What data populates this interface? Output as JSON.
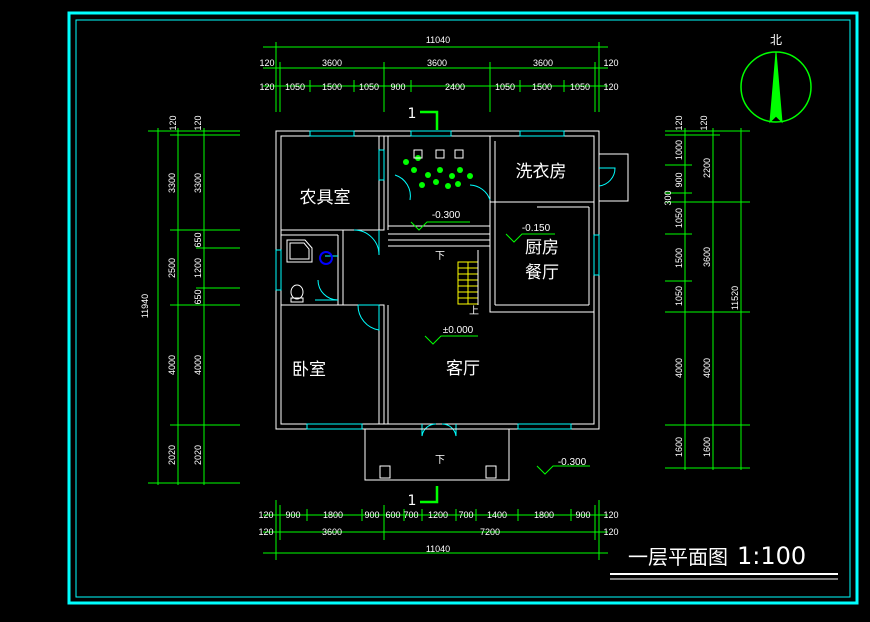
{
  "title": {
    "text": "一层平面图",
    "scale": "1:100"
  },
  "north": {
    "label": "北"
  },
  "rooms": {
    "tools": "农具室",
    "laundry": "洗衣房",
    "kitchen_line1": "厨房",
    "kitchen_line2": "餐厅",
    "bedroom": "卧室",
    "living": "客厅"
  },
  "levels": {
    "entry": "-0.300",
    "kitchen": "-0.150",
    "main": "±0.000",
    "outside": "-0.300"
  },
  "section_mark": "1",
  "stair_down": "下",
  "stair_up": "上",
  "top_dims": {
    "row1": [
      "120",
      "3600",
      "3600",
      "3600",
      "120"
    ],
    "row2": [
      "120",
      "1050",
      "1500",
      "1050",
      "900",
      "2400",
      "1050",
      "1500",
      "1050",
      "120"
    ],
    "overall": "11040"
  },
  "bottom_dims": {
    "row1": [
      "120",
      "900",
      "1800",
      "900",
      "600",
      "700",
      "1200",
      "700",
      "1400",
      "1800",
      "900",
      "120"
    ],
    "row2": [
      "120",
      "3600",
      "7200",
      "120"
    ],
    "overall": "11040"
  },
  "left_dims": {
    "outer": [
      "120",
      "3300",
      "2500",
      "4000",
      "2020"
    ],
    "inner": [
      "120",
      "3300",
      "650",
      "1200",
      "650",
      "4000",
      "2020"
    ],
    "overall": "11940"
  },
  "right_dims": {
    "inner": [
      "120",
      "1000",
      "900",
      "300",
      "1050",
      "1500",
      "1050",
      "4000",
      "1600"
    ],
    "outer": [
      "120",
      "2200",
      "3600",
      "4000",
      "1600"
    ],
    "overall": "11520"
  },
  "colors": {
    "frame": "#00ffff",
    "dim": "#00ff00",
    "wall": "#ffffff",
    "window": "#00ffff",
    "stair": "#ffff00"
  }
}
